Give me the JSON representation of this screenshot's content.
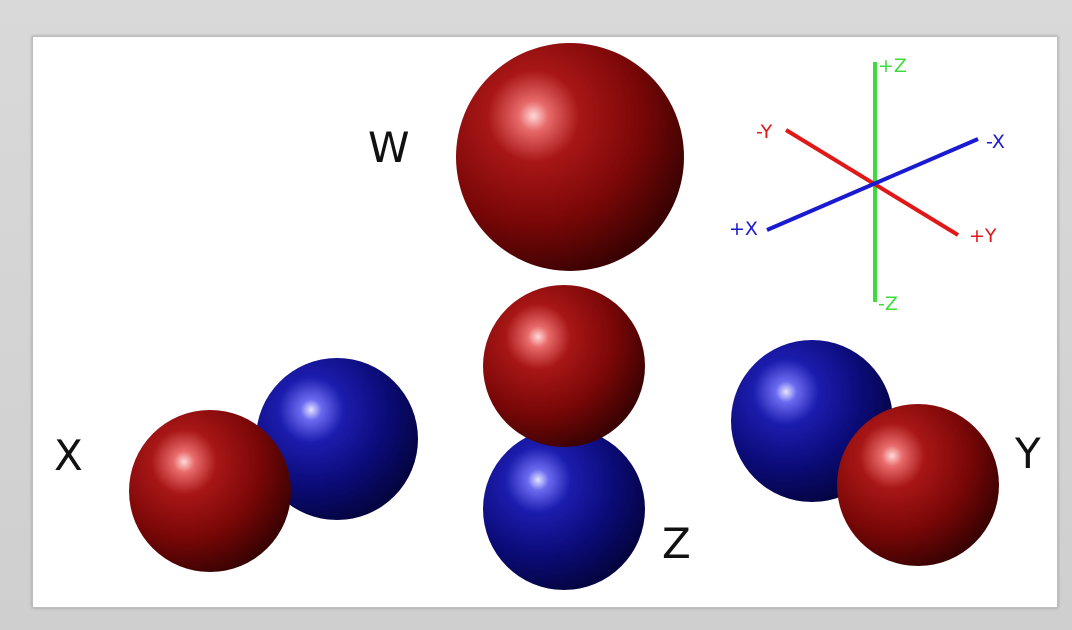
{
  "orbitals": [
    {
      "label": "W"
    },
    {
      "label": "X"
    },
    {
      "label": "Y"
    },
    {
      "label": "Z"
    }
  ],
  "axes": {
    "plus_z": "+Z",
    "minus_z": "-Z",
    "plus_x": "+X",
    "minus_x": "-X",
    "plus_y": "+Y",
    "minus_y": "-Y"
  },
  "colors": {
    "positive_lobe": "#8a0a0a",
    "negative_lobe": "#0d0d7a",
    "x_axis": "#1a1ad0",
    "y_axis": "#e01818",
    "z_axis": "#3ddc3d"
  }
}
